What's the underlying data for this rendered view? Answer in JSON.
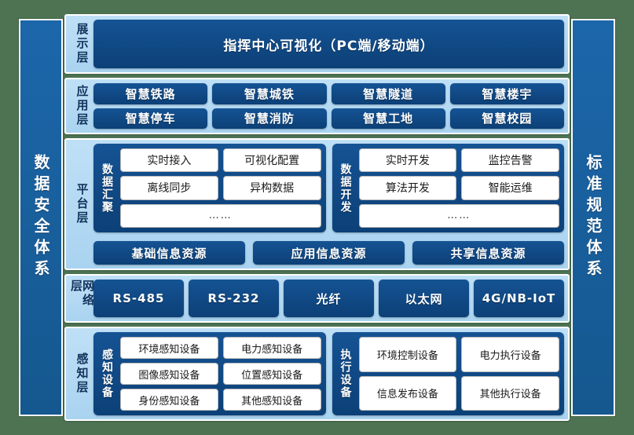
{
  "colors": {
    "page_background": "#4d7353",
    "pillar_blue": "#1c66aa",
    "band_light_blue": "#b3d9f3",
    "chip_dark_blue": "#0f4c8a",
    "box_white": "#ffffff"
  },
  "pillars": {
    "left": "数据安全体系",
    "right": "标准规范体系"
  },
  "layers": {
    "display": {
      "label": "展示层",
      "item": "指挥中心可视化（PC端/移动端）"
    },
    "application": {
      "label": "应用层",
      "row1": [
        "智慧铁路",
        "智慧城铁",
        "智慧隧道",
        "智慧楼宇"
      ],
      "row2": [
        "智慧停车",
        "智慧消防",
        "智慧工地",
        "智慧校园"
      ]
    },
    "platform": {
      "label": "平台层",
      "groups": [
        {
          "label": "数据汇聚",
          "row1": [
            "实时接入",
            "可视化配置"
          ],
          "row2": [
            "离线同步",
            "异构数据"
          ],
          "row3": "……"
        },
        {
          "label": "数据开发",
          "row1": [
            "实时开发",
            "监控告警"
          ],
          "row2": [
            "算法开发",
            "智能运维"
          ],
          "row3": "……"
        }
      ],
      "resources": [
        "基础信息资源",
        "应用信息资源",
        "共享信息资源"
      ]
    },
    "network": {
      "label": "网络层",
      "items": [
        "RS-485",
        "RS-232",
        "光纤",
        "以太网",
        "4G/NB-IoT"
      ]
    },
    "perception": {
      "label": "感知层",
      "groups": [
        {
          "label": "感知设备",
          "row1": [
            "环境感知设备",
            "电力感知设备"
          ],
          "row2": [
            "图像感知设备",
            "位置感知设备"
          ],
          "row3": [
            "身份感知设备",
            "其他感知设备"
          ]
        },
        {
          "label": "执行设备",
          "row1": [
            "环境控制设备",
            "电力执行设备"
          ],
          "row2": [
            "信息发布设备",
            "其他执行设备"
          ]
        }
      ]
    }
  }
}
